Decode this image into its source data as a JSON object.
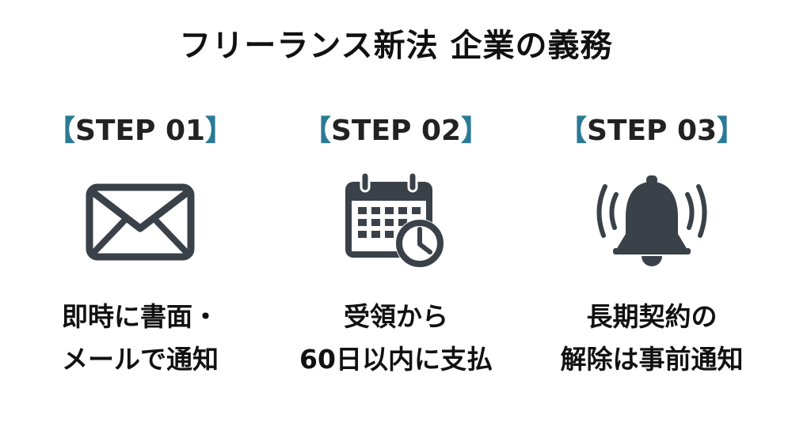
{
  "title": "フリーランス新法 企業の義務",
  "colors": {
    "bracket": "#2a7a97",
    "icon": "#3a4148",
    "text": "#111111"
  },
  "steps": [
    {
      "open_bracket": "【",
      "label": "STEP 01",
      "close_bracket": "】",
      "icon": "envelope-icon",
      "lines": [
        "即時に書面・",
        "メールで通知"
      ]
    },
    {
      "open_bracket": "【",
      "label": "STEP 02",
      "close_bracket": "】",
      "icon": "calendar-clock-icon",
      "lines": [
        "受領から",
        "60日以内に支払"
      ]
    },
    {
      "open_bracket": "【",
      "label": "STEP 03",
      "close_bracket": "】",
      "icon": "bell-icon",
      "lines": [
        "長期契約の",
        "解除は事前通知"
      ]
    }
  ]
}
